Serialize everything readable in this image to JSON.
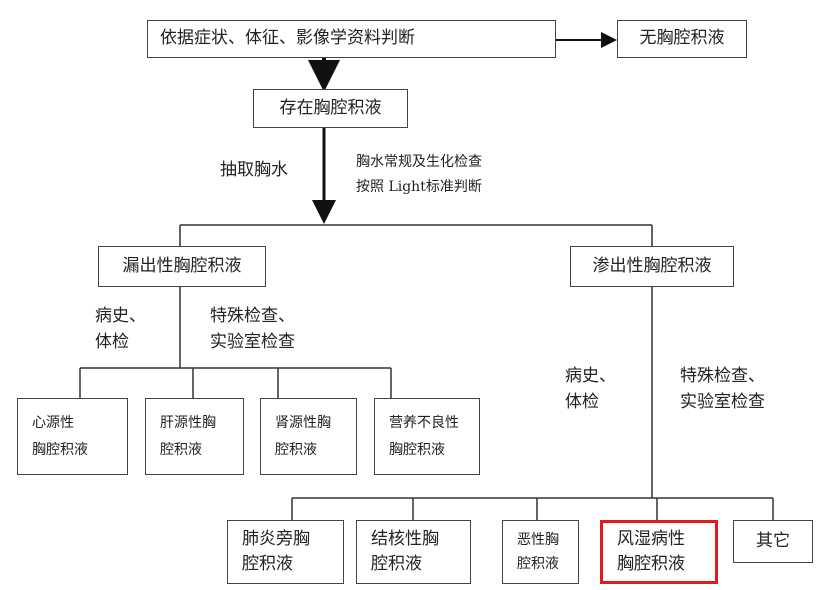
{
  "nodes": {
    "root": "依据症状、体征、影像学资料判断",
    "no_effusion": "无胸腔积液",
    "effusion": "存在胸腔积液",
    "transudate": "漏出性胸腔积液",
    "exudate": "渗出性胸腔积液",
    "cardiac": "心源性\n胸腔积液",
    "hepatic": "肝源性胸\n腔积液",
    "renal": "肾源性胸\n腔积液",
    "malnutrition": "营养不良性\n胸腔积液",
    "parapneumonic": "肺炎旁胸\n腔积液",
    "tuberculous": "结核性胸\n腔积液",
    "malignant": "恶性胸\n腔积液",
    "rheumatic": "风湿病性\n胸腔积液",
    "other": "其它"
  },
  "labels": {
    "thoracentesis": "抽取胸水",
    "fluid_tests": "胸水常规及生化检查\n按照 Light标准判断",
    "transudate_history": "病史、\n体检",
    "transudate_special": "特殊检查、\n实验室检查",
    "exudate_history": "病史、\n体检",
    "exudate_special": "特殊检查、\n实验室检查"
  },
  "colors": {
    "line": "#333333",
    "highlight": "#e01b1b"
  }
}
